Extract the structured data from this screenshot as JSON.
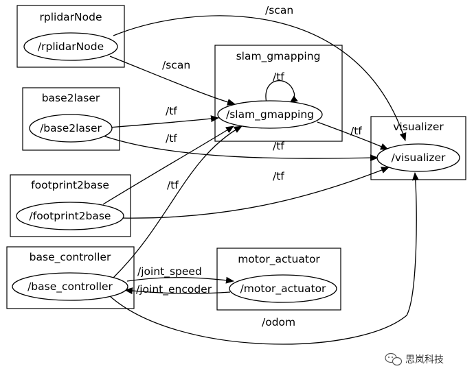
{
  "nodes": {
    "rplidar": {
      "group": "rplidarNode",
      "node": "/rplidarNode"
    },
    "slam": {
      "group": "slam_gmapping",
      "node": "/slam_gmapping"
    },
    "base2laser": {
      "group": "base2laser",
      "node": "/base2laser"
    },
    "visualizer": {
      "group": "visualizer",
      "node": "/visualizer"
    },
    "footprint": {
      "group": "footprint2base",
      "node": "/footprint2base"
    },
    "base_controller": {
      "group": "base_controller",
      "node": "/base_controller"
    },
    "motor": {
      "group": "motor_actuator",
      "node": "/motor_actuator"
    }
  },
  "edges": {
    "scan_top": "/scan",
    "scan_mid": "/scan",
    "tf_self": "/tf",
    "tf_b2l_slam": "/tf",
    "tf_b2l_vis": "/tf",
    "tf_fp_slam": "/tf",
    "tf_slam_vis": "/tf",
    "tf_fp_vis": "/tf",
    "joint_speed": "/joint_speed",
    "joint_encoder": "/joint_encoder",
    "odom": "/odom"
  },
  "watermark": {
    "text": "思岚科技"
  }
}
